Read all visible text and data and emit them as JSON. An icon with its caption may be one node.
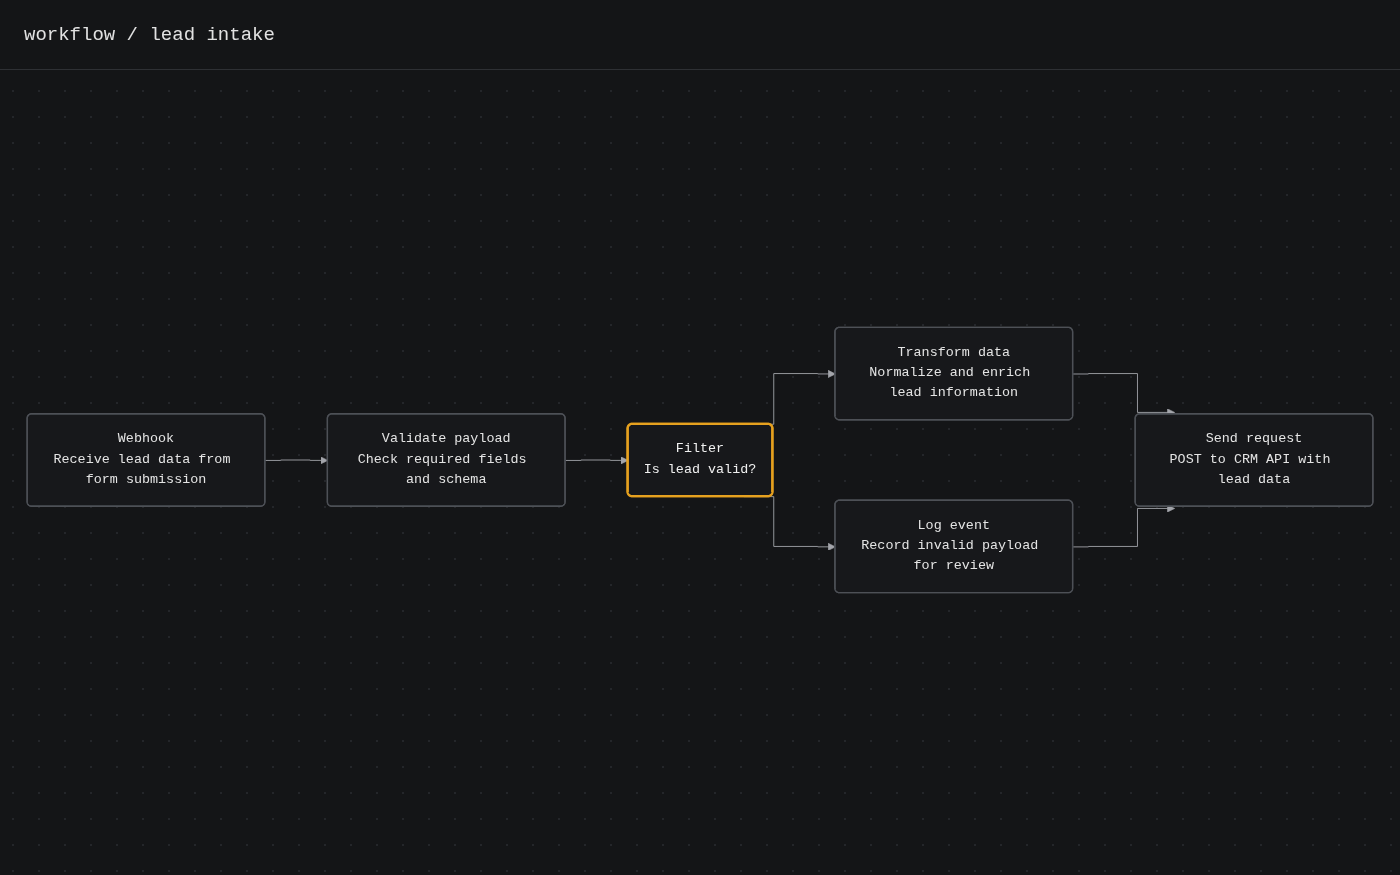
{
  "diagram": {
    "title": "workflow / lead intake",
    "nodes": [
      {
        "text": [
          "Webhook",
          "Receive lead data from form submission"
        ]
      },
      {
        "text": [
          "Validate payload",
          "Check required fields and schema"
        ]
      },
      {
        "text": [
          "Filter",
          "Is lead valid?"
        ]
      },
      {
        "text": [
          "Transform data",
          "Normalize and enrich lead information"
        ]
      },
      {
        "text": [
          "Log event",
          "Record invalid payload for review"
        ]
      },
      {
        "text": [
          "Send request",
          "POST to CRM API with lead data"
        ]
      }
    ],
    "edges": [
      {
        "from": 0,
        "to": 1,
        "arrow": "to"
      },
      {
        "from": 1,
        "to": 2,
        "arrow": "to"
      },
      {
        "from": 2,
        "to": 3,
        "arrow": "to"
      },
      {
        "from": 2,
        "to": 4,
        "arrow": "to"
      },
      {
        "from": 3,
        "to": 5,
        "arrow": "to"
      },
      {
        "from": 4,
        "to": 5,
        "arrow": "to"
      }
    ]
  }
}
